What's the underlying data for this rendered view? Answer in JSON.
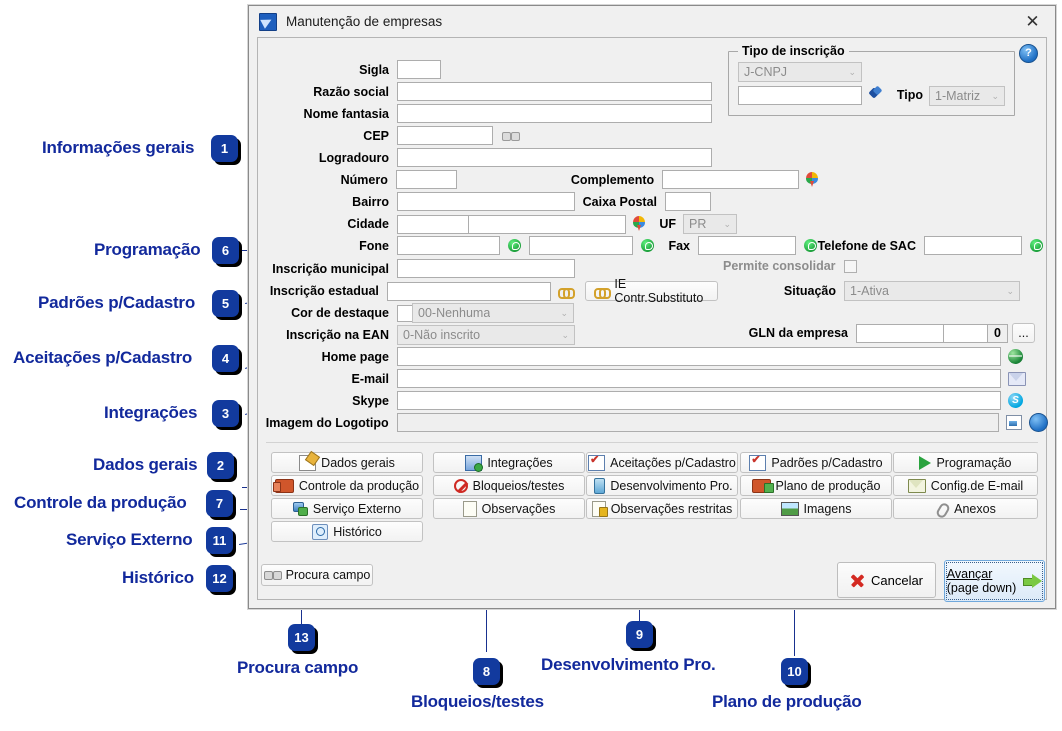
{
  "window": {
    "title": "Manutenção de empresas",
    "icon": "app-icon",
    "close_label": "✕",
    "help_icon": "?"
  },
  "form": {
    "fields": [
      {
        "label": "Sigla",
        "value": "",
        "type": "text"
      },
      {
        "label": "Razão social",
        "value": "",
        "type": "text"
      },
      {
        "label": "Nome fantasia",
        "value": "",
        "type": "text"
      },
      {
        "label": "CEP",
        "value": "",
        "type": "text"
      },
      {
        "label": "Logradouro",
        "value": "",
        "type": "text"
      },
      {
        "label": "Número",
        "value": "",
        "type": "text"
      },
      {
        "label": "Complemento",
        "value": "",
        "type": "text"
      },
      {
        "label": "Bairro",
        "value": "",
        "type": "text"
      },
      {
        "label": "Caixa Postal",
        "value": "",
        "type": "text"
      },
      {
        "label": "Cidade",
        "value": "",
        "type": "text"
      },
      {
        "label": "UF",
        "value": "PR",
        "type": "combo"
      },
      {
        "label": "Fone",
        "value": "",
        "type": "text"
      },
      {
        "label": "Fax",
        "value": "",
        "type": "text"
      },
      {
        "label": "Telefone de SAC",
        "value": "",
        "type": "text"
      },
      {
        "label": "Inscrição municipal",
        "value": "",
        "type": "text"
      },
      {
        "label": "Permite consolidar",
        "value": "",
        "type": "checkbox"
      },
      {
        "label": "Inscrição estadual",
        "value": "",
        "type": "text"
      },
      {
        "label": "Situação",
        "value": "1-Ativa",
        "type": "combo"
      },
      {
        "label": "Cor de destaque",
        "value": "00-Nenhuma",
        "type": "combo"
      },
      {
        "label": "Inscrição na EAN",
        "value": "0-Não inscrito",
        "type": "combo"
      },
      {
        "label": "GLN da empresa",
        "value": "",
        "value2": "0",
        "type": "text"
      },
      {
        "label": "Home page",
        "value": "",
        "type": "text"
      },
      {
        "label": "E-mail",
        "value": "",
        "type": "text"
      },
      {
        "label": "Skype",
        "value": "",
        "type": "text"
      },
      {
        "label": "Imagem do Logotipo",
        "value": "",
        "type": "text"
      }
    ],
    "labels": {
      "sigla": "Sigla",
      "razao_social": "Razão social",
      "nome_fantasia": "Nome fantasia",
      "cep": "CEP",
      "logradouro": "Logradouro",
      "numero": "Número",
      "complemento": "Complemento",
      "bairro": "Bairro",
      "caixa_postal": "Caixa Postal",
      "cidade": "Cidade",
      "uf": "UF",
      "fone": "Fone",
      "fax": "Fax",
      "telefone_sac": "Telefone de SAC",
      "inscricao_municipal": "Inscrição municipal",
      "permite_consolidar": "Permite consolidar",
      "inscricao_estadual": "Inscrição estadual",
      "situacao": "Situação",
      "cor_destaque": "Cor de destaque",
      "inscricao_ean": "Inscrição na EAN",
      "gln_empresa": "GLN da empresa",
      "home_page": "Home page",
      "email": "E-mail",
      "skype": "Skype",
      "imagem_logotipo": "Imagem do Logotipo"
    },
    "values": {
      "uf": "PR",
      "situacao": "1-Ativa",
      "cor_destaque": "00-Nenhuma",
      "inscricao_ean": "0-Não inscrito",
      "gln_digit": "0",
      "tipo_inscricao": "J-CNPJ",
      "tipo": "1-Matriz"
    },
    "group_tipo_inscricao": {
      "title": "Tipo de inscrição",
      "combo_value": "J-CNPJ",
      "tipo_label": "Tipo",
      "tipo_value": "1-Matriz"
    },
    "ie_substituto_button": "IE Contr.Substituto",
    "gln_ellipsis": "..."
  },
  "panel_buttons": [
    {
      "label": "Dados gerais",
      "icon": "document-edit-icon",
      "accel": "D"
    },
    {
      "label": "Integrações",
      "icon": "integrations-icon",
      "accel": "I"
    },
    {
      "label": "Aceitações p/Cadastro",
      "icon": "checklist-icon",
      "accel": "e"
    },
    {
      "label": "Padrões p/Cadastro",
      "icon": "checklist-icon",
      "accel": "r"
    },
    {
      "label": "Programação",
      "icon": "play-icon",
      "accel": "P"
    },
    {
      "label": "Controle da produção",
      "icon": "truck-icon",
      "accel": "o"
    },
    {
      "label": "Bloqueios/testes",
      "icon": "block-icon",
      "accel": "B"
    },
    {
      "label": "Desenvolvimento Pro.",
      "icon": "bottle-icon",
      "accel": "n"
    },
    {
      "label": "Plano de produção",
      "icon": "truck-green-icon",
      "accel": "l"
    },
    {
      "label": "Config.de E-mail",
      "icon": "envelope-icon",
      "accel": "m"
    },
    {
      "label": "Serviço Externo",
      "icon": "network-icon",
      "accel": "S"
    },
    {
      "label": "Observações",
      "icon": "note-icon",
      "accel": ""
    },
    {
      "label": "Observações restritas",
      "icon": "note-lock-icon",
      "accel": ""
    },
    {
      "label": "Imagens",
      "icon": "pictures-icon",
      "accel": ""
    },
    {
      "label": "Anexos",
      "icon": "paperclip-icon",
      "accel": ""
    },
    {
      "label": "Histórico",
      "icon": "clock-icon",
      "accel": ""
    }
  ],
  "footer": {
    "procura_campo": "Procura campo",
    "cancelar": "Cancelar",
    "avancar_line1": "Avançar",
    "avancar_line2": "(page down)"
  },
  "annotations": [
    {
      "n": "1",
      "label": "Informações gerais"
    },
    {
      "n": "6",
      "label": "Programação"
    },
    {
      "n": "5",
      "label": "Padrões p/Cadastro"
    },
    {
      "n": "4",
      "label": "Aceitações p/Cadastro"
    },
    {
      "n": "3",
      "label": "Integrações"
    },
    {
      "n": "2",
      "label": "Dados gerais"
    },
    {
      "n": "7",
      "label": "Controle da produção"
    },
    {
      "n": "11",
      "label": "Serviço Externo"
    },
    {
      "n": "12",
      "label": "Histórico"
    },
    {
      "n": "13",
      "label": "Procura campo"
    },
    {
      "n": "8",
      "label": "Bloqueios/testes"
    },
    {
      "n": "9",
      "label": "Desenvolvimento Pro."
    },
    {
      "n": "10",
      "label": "Plano de produção"
    }
  ],
  "colors": {
    "annotation_blue": "#12299c",
    "badge_blue": "#123a9e",
    "window_bg": "#f0f0f0",
    "whatsapp_green": "#189b37"
  }
}
